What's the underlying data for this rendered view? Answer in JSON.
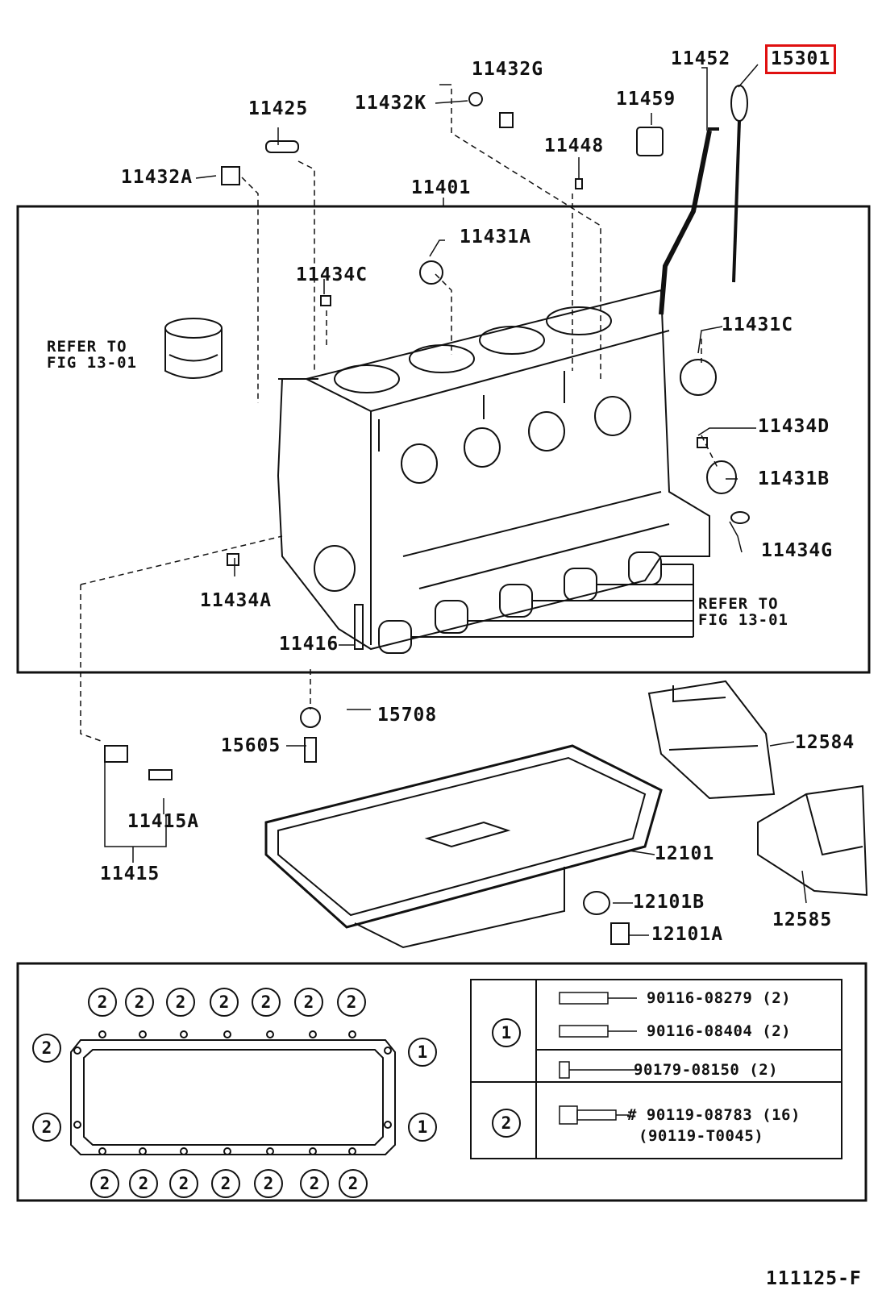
{
  "labels": {
    "p11452": "11452",
    "p15301": "15301",
    "p11432G": "11432G",
    "p11432K": "11432K",
    "p11425": "11425",
    "p11459": "11459",
    "p11448": "11448",
    "p11432A": "11432A",
    "p11401": "11401",
    "p11431A": "11431A",
    "p11434C": "11434C",
    "p11431C": "11431C",
    "p11434D": "11434D",
    "p11431B": "11431B",
    "p11434G": "11434G",
    "p11434A": "11434A",
    "p11416": "11416",
    "p15708": "15708",
    "p15605": "15605",
    "p12584": "12584",
    "p11415A": "11415A",
    "p11415": "11415",
    "p12101": "12101",
    "p12101B": "12101B",
    "p12101A": "12101A",
    "p12585": "12585"
  },
  "notes": {
    "refer_piston": "REFER TO\nFIG 13-01",
    "refer_bearing": "REFER TO\nFIG 13-01"
  },
  "bolt_symbols": {
    "one": "1",
    "two": "2"
  },
  "bolt_table": {
    "row1": [
      "90116-08279 (2)",
      "90116-08404 (2)",
      "90179-08150 (2)"
    ],
    "row2": [
      "# 90119-08783 (16)",
      "(90119-T0045)"
    ]
  },
  "figure_id": "111125-F",
  "colors": {
    "highlight": "#e01010",
    "ink": "#111111"
  }
}
